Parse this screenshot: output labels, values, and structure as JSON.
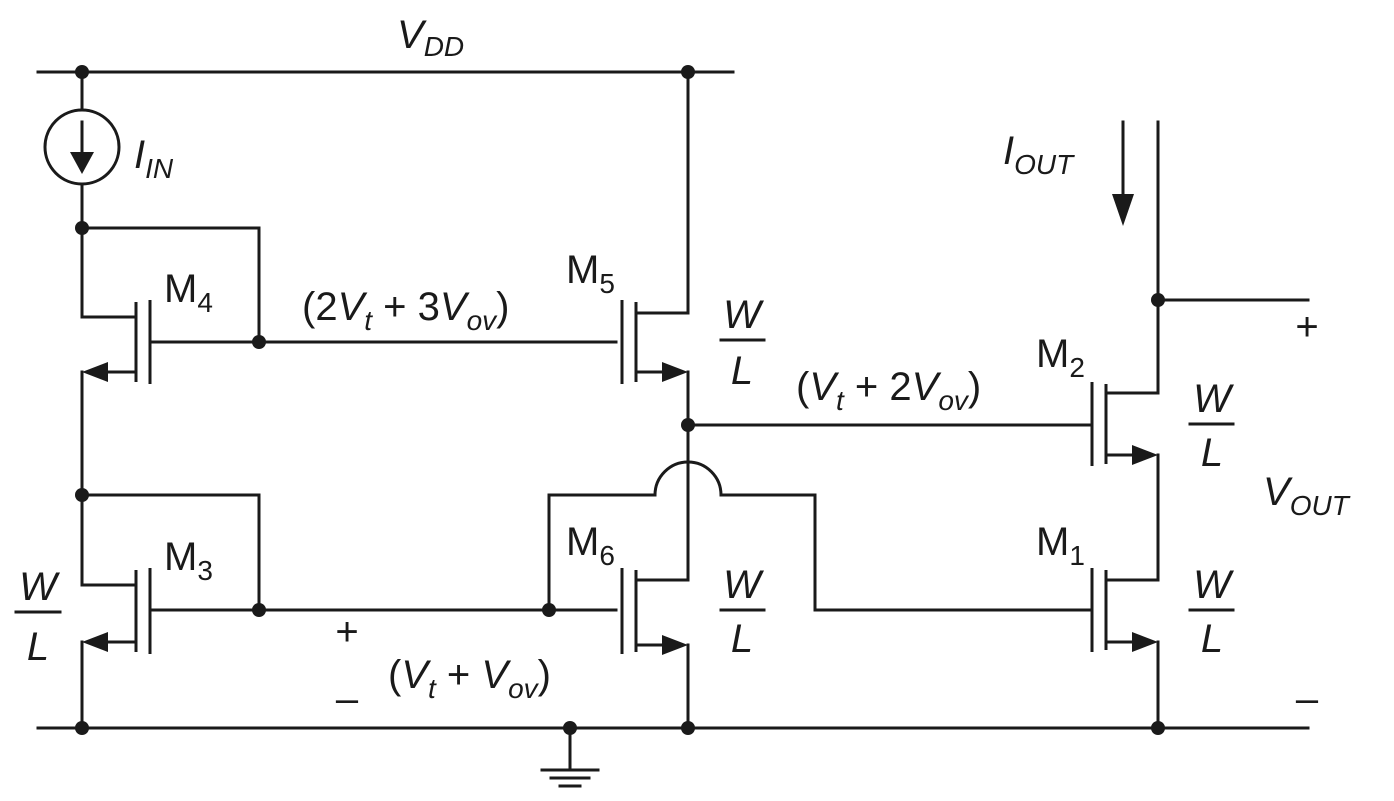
{
  "supply": {
    "main": "V",
    "sub": "DD"
  },
  "input_current": {
    "main": "I",
    "sub": "IN"
  },
  "output_current": {
    "main": "I",
    "sub": "OUT"
  },
  "output_voltage": {
    "main": "V",
    "sub": "OUT",
    "plus": "+",
    "minus": "–"
  },
  "transistors": {
    "m1": {
      "main": "M",
      "sub": "1"
    },
    "m2": {
      "main": "M",
      "sub": "2"
    },
    "m3": {
      "main": "M",
      "sub": "3"
    },
    "m4": {
      "main": "M",
      "sub": "4"
    },
    "m5": {
      "main": "M",
      "sub": "5"
    },
    "m6": {
      "main": "M",
      "sub": "6"
    }
  },
  "aspect_ratio": {
    "num": "W",
    "den": "L"
  },
  "node_voltages": {
    "m4_gate": {
      "open": "(2",
      "v1": "V",
      "s1": "t",
      "mid": " + 3",
      "v2": "V",
      "s2": "ov",
      "close": ")"
    },
    "m5_source": {
      "open": "(",
      "v1": "V",
      "s1": "t",
      "mid": " + 2",
      "v2": "V",
      "s2": "ov",
      "close": ")"
    },
    "m3_gate": {
      "open": "(",
      "v1": "V",
      "s1": "t",
      "mid": " + ",
      "v2": "V",
      "s2": "ov",
      "close": ")",
      "plus": "+",
      "minus": "–"
    }
  }
}
